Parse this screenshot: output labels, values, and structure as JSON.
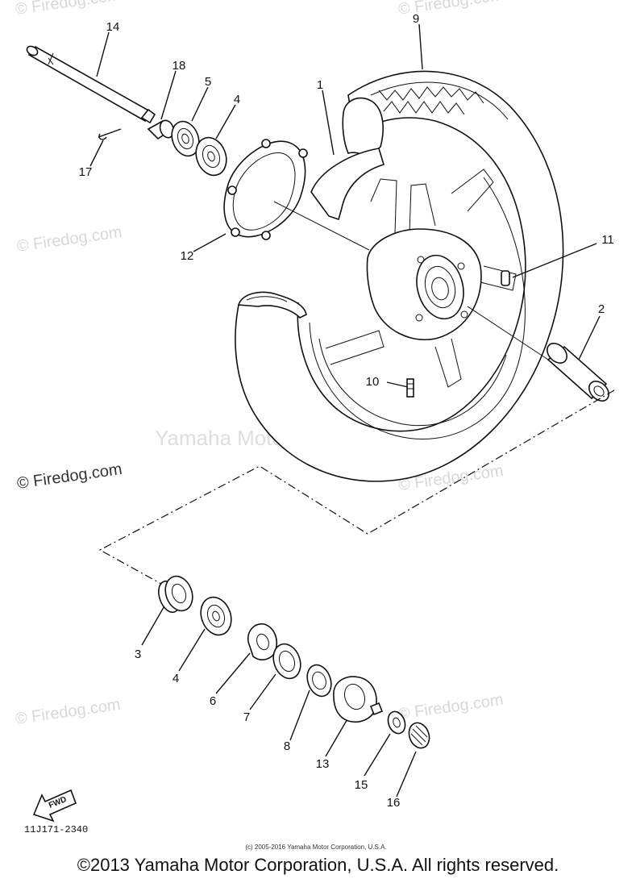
{
  "labels": {
    "p1": "1",
    "p2": "2",
    "p3": "3",
    "p4a": "4",
    "p4b": "4",
    "p5": "5",
    "p6": "6",
    "p7": "7",
    "p8": "8",
    "p9": "9",
    "p10": "10",
    "p11": "11",
    "p12": "12",
    "p13": "13",
    "p14": "14",
    "p15": "15",
    "p16": "16",
    "p17": "17",
    "p18": "18"
  },
  "watermarks": {
    "firedog_main": "© Firedog.com",
    "firedog": "© Firedog.com",
    "yamaha": "Yamaha Motor Corp. U.S.A."
  },
  "fwd": "FWD",
  "diagram_code": "11J171-2340",
  "copyright_small": "(c) 2005-2016 Yamaha Motor Corporation, U.S.A.",
  "copyright_main": "©2013 Yamaha Motor Corporation, U.S.A. All rights reserved."
}
